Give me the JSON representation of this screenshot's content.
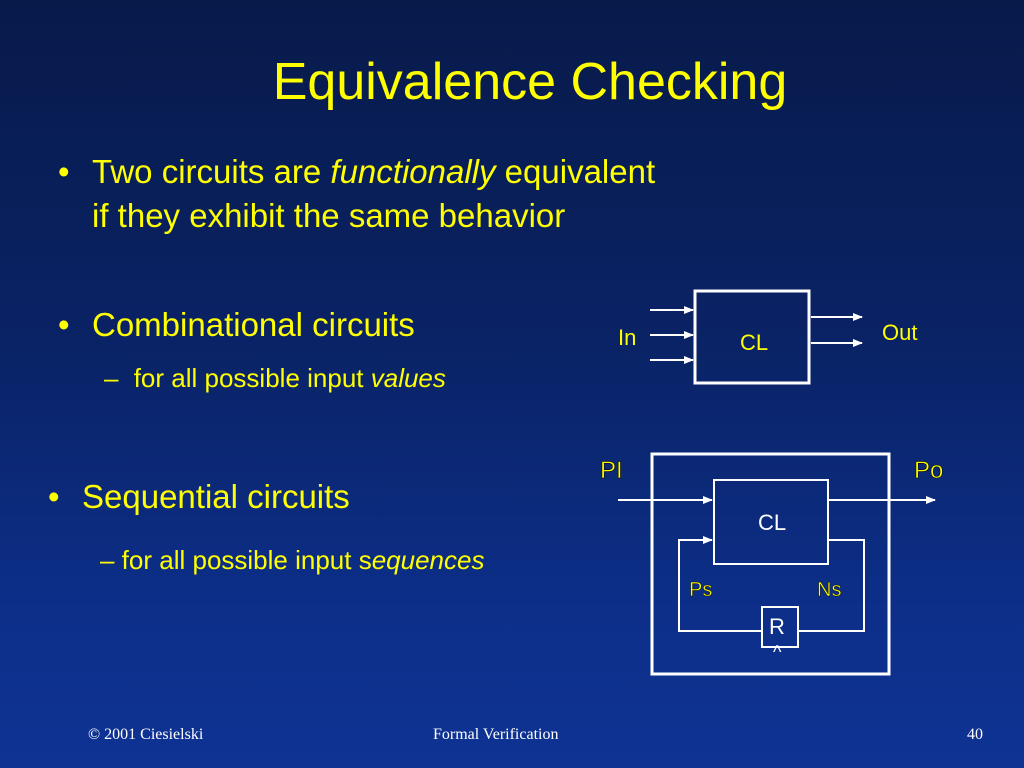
{
  "title": "Equivalence Checking",
  "bullets": [
    {
      "pre": "Two circuits are ",
      "em": "functionally",
      "post": " equivalent",
      "line2": "if they exhibit the same behavior"
    },
    {
      "text": "Combinational circuits",
      "sub_pre": "for all possible input ",
      "sub_em": "values"
    },
    {
      "text": "Sequential circuits",
      "sub_pre": "– for all possible input s",
      "sub_em": "equences"
    }
  ],
  "bullet_glyph": "•",
  "dash_glyph": "–",
  "comb_diagram": {
    "in_label": "In",
    "block_label": "CL",
    "out_label": "Out"
  },
  "seq_diagram": {
    "pi_label": "PI",
    "po_label": "Po",
    "block_label": "CL",
    "ps_label": "Ps",
    "ns_label": "Ns",
    "reg_label": "R",
    "clock_glyph": "^"
  },
  "footer": {
    "left": "© 2001 Ciesielski",
    "center": "Formal Verification",
    "right": "40"
  },
  "colors": {
    "text": "#ffff00",
    "diagram": "#ffffff",
    "footer": "#ffffff"
  }
}
